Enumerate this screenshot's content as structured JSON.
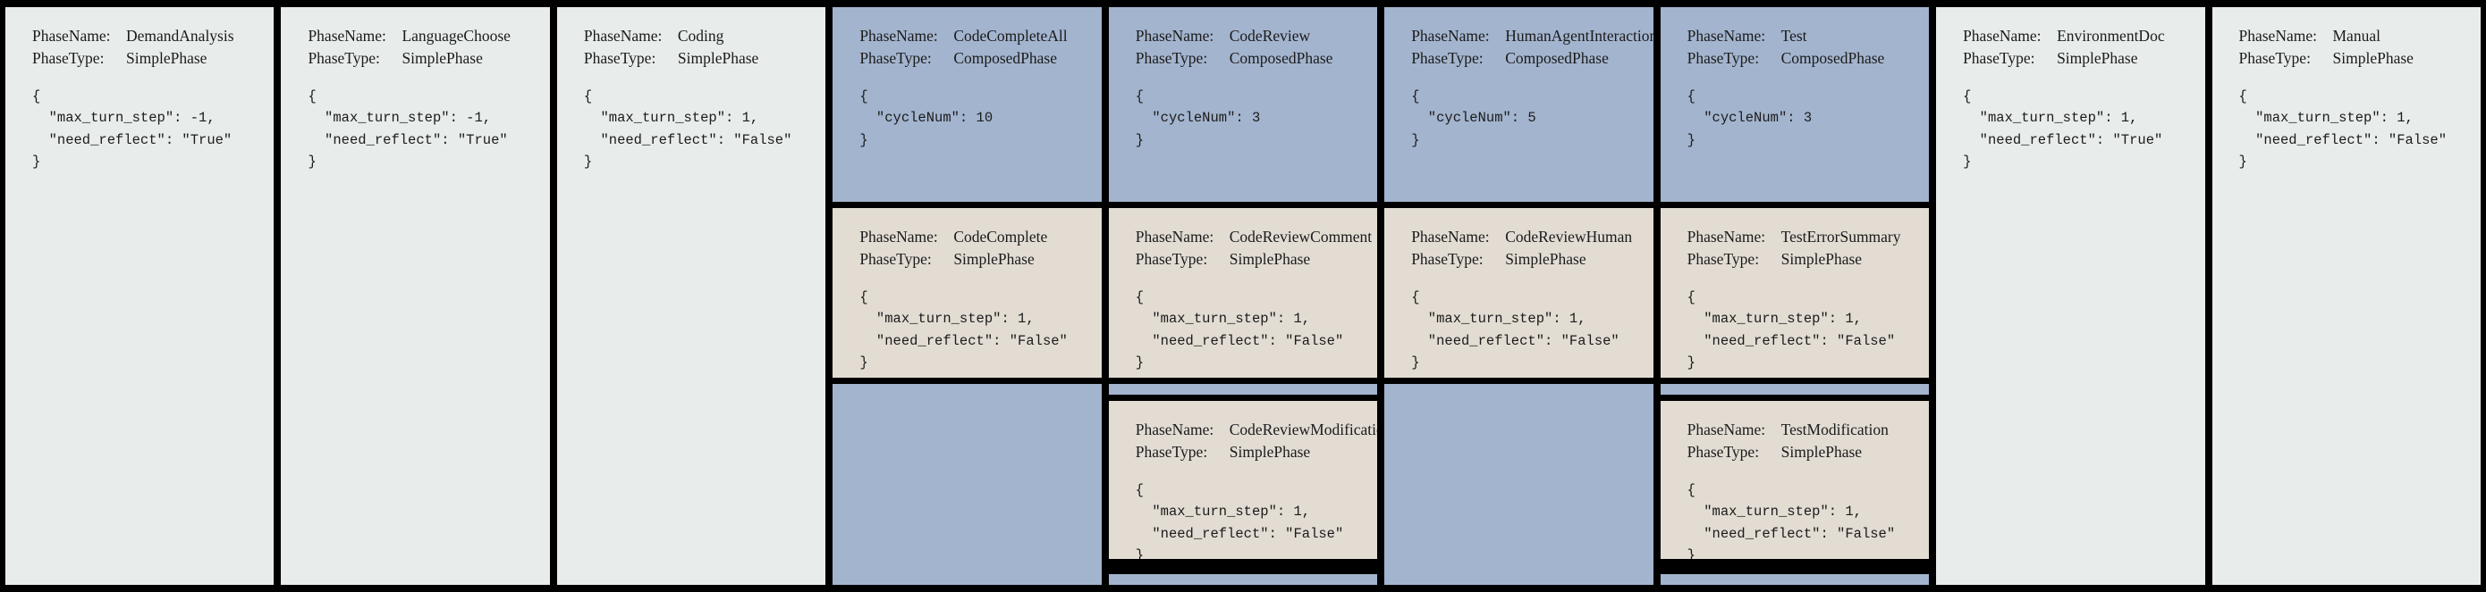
{
  "theme": {
    "background": "#000000",
    "simple_phase_bg": "#e8ecea",
    "composed_phase_bg": "#a3b4ce",
    "sub_phase_bg": "#e2dcd3",
    "text": "#1b1b1b"
  },
  "labels": {
    "phase_name_key": "PhaseName:",
    "phase_type_key": "PhaseType:",
    "simple_phase": "SimplePhase",
    "composed_phase": "ComposedPhase"
  },
  "columns": [
    {
      "id": "demand-analysis",
      "kind": "simple",
      "root": {
        "name": "DemandAnalysis",
        "type": "SimplePhase",
        "config": "{\n  \"max_turn_step\": -1,\n  \"need_reflect\": \"True\"\n}"
      },
      "children": []
    },
    {
      "id": "language-choose",
      "kind": "simple",
      "root": {
        "name": "LanguageChoose",
        "type": "SimplePhase",
        "config": "{\n  \"max_turn_step\": -1,\n  \"need_reflect\": \"True\"\n}"
      },
      "children": []
    },
    {
      "id": "coding",
      "kind": "simple",
      "root": {
        "name": "Coding",
        "type": "SimplePhase",
        "config": "{\n  \"max_turn_step\": 1,\n  \"need_reflect\": \"False\"\n}"
      },
      "children": []
    },
    {
      "id": "code-complete-all",
      "kind": "composed",
      "root": {
        "name": "CodeCompleteAll",
        "type": "ComposedPhase",
        "config": "{\n  \"cycleNum\": 10\n}"
      },
      "children": [
        {
          "name": "CodeComplete",
          "type": "SimplePhase",
          "config": "{\n  \"max_turn_step\": 1,\n  \"need_reflect\": \"False\"\n}"
        }
      ]
    },
    {
      "id": "code-review",
      "kind": "composed",
      "root": {
        "name": "CodeReview",
        "type": "ComposedPhase",
        "config": "{\n  \"cycleNum\": 3\n}"
      },
      "children": [
        {
          "name": "CodeReviewComment",
          "type": "SimplePhase",
          "config": "{\n  \"max_turn_step\": 1,\n  \"need_reflect\": \"False\"\n}"
        },
        {
          "name": "CodeReviewModification",
          "type": "SimplePhase",
          "config": "{\n  \"max_turn_step\": 1,\n  \"need_reflect\": \"False\"\n}"
        }
      ]
    },
    {
      "id": "human-agent-interaction",
      "kind": "composed",
      "root": {
        "name": "HumanAgentInteraction",
        "type": "ComposedPhase",
        "config": "{\n  \"cycleNum\": 5\n}"
      },
      "children": [
        {
          "name": "CodeReviewHuman",
          "type": "SimplePhase",
          "config": "{\n  \"max_turn_step\": 1,\n  \"need_reflect\": \"False\"\n}"
        }
      ]
    },
    {
      "id": "test",
      "kind": "composed",
      "root": {
        "name": "Test",
        "type": "ComposedPhase",
        "config": "{\n  \"cycleNum\": 3\n}"
      },
      "children": [
        {
          "name": "TestErrorSummary",
          "type": "SimplePhase",
          "config": "{\n  \"max_turn_step\": 1,\n  \"need_reflect\": \"False\"\n}"
        },
        {
          "name": "TestModification",
          "type": "SimplePhase",
          "config": "{\n  \"max_turn_step\": 1,\n  \"need_reflect\": \"False\"\n}"
        }
      ]
    },
    {
      "id": "environment-doc",
      "kind": "simple",
      "root": {
        "name": "EnvironmentDoc",
        "type": "SimplePhase",
        "config": "{\n  \"max_turn_step\": 1,\n  \"need_reflect\": \"True\"\n}"
      },
      "children": []
    },
    {
      "id": "manual",
      "kind": "simple",
      "root": {
        "name": "Manual",
        "type": "SimplePhase",
        "config": "{\n  \"max_turn_step\": 1,\n  \"need_reflect\": \"False\"\n}"
      },
      "children": []
    }
  ]
}
